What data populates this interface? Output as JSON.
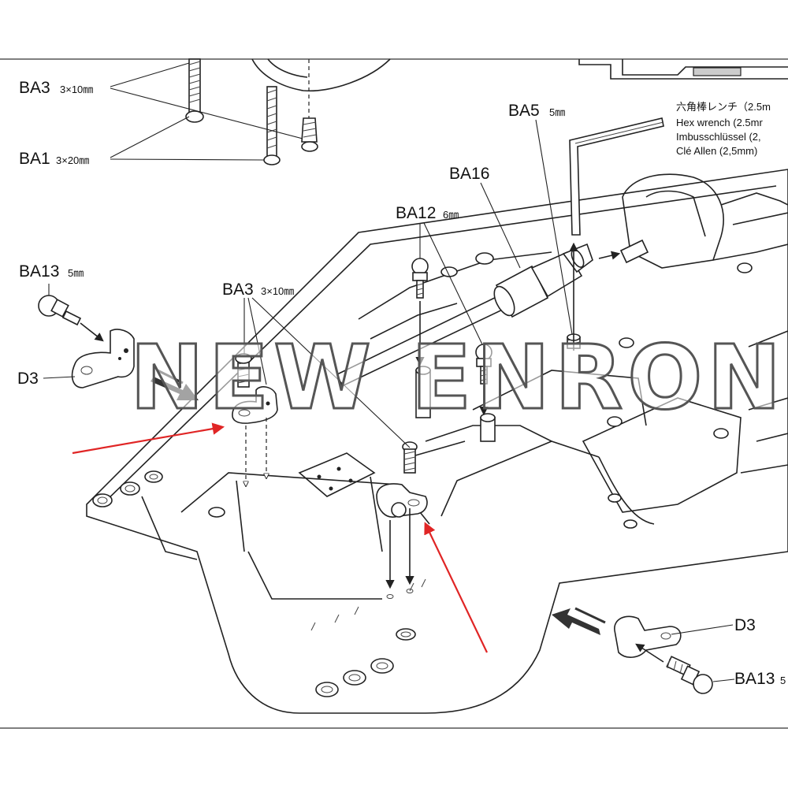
{
  "parts": {
    "ba3_top": {
      "code": "BA3",
      "size": "3×10㎜"
    },
    "ba1": {
      "code": "BA1",
      "size": "3×20㎜"
    },
    "ba13_left": {
      "code": "BA13",
      "size": "5㎜"
    },
    "d3_left": {
      "code": "D3"
    },
    "ba3_mid": {
      "code": "BA3",
      "size": "3×10㎜"
    },
    "ba12": {
      "code": "BA12",
      "size": "6㎜"
    },
    "ba16": {
      "code": "BA16"
    },
    "ba5": {
      "code": "BA5",
      "size": "5㎜"
    },
    "d3_right": {
      "code": "D3"
    },
    "ba13_right": {
      "code": "BA13",
      "size": "5"
    }
  },
  "hex_wrench": {
    "lines": [
      "六角棒レンチ（2.5m",
      "Hex wrench (2.5mr",
      "Imbusschlüssel (2,",
      "Clé Allen (2,5mm)"
    ]
  },
  "watermark": {
    "text": "NEW ENRON"
  },
  "colors": {
    "ink": "#222222",
    "arrow_red": "#e02525",
    "background": "#ffffff"
  }
}
